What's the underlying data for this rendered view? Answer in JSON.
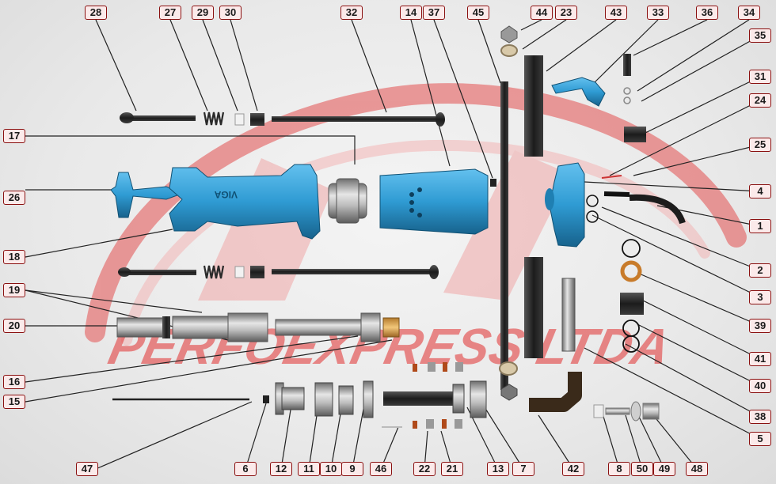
{
  "watermark": {
    "text": "PERFOEXPRESS LTDA"
  },
  "brand_on_body": "VIGA",
  "colors": {
    "part_blue": "#2f9bd3",
    "callout_border": "#8a1010",
    "watermark_red": "#e35050",
    "steel": "#9a9a9a",
    "dark_rod": "#2b2b2b"
  },
  "callouts": [
    {
      "id": "28",
      "text": "28"
    },
    {
      "id": "27",
      "text": "27"
    },
    {
      "id": "29",
      "text": "29"
    },
    {
      "id": "30",
      "text": "30"
    },
    {
      "id": "32",
      "text": "32"
    },
    {
      "id": "14",
      "text": "14"
    },
    {
      "id": "37",
      "text": "37"
    },
    {
      "id": "45",
      "text": "45"
    },
    {
      "id": "44",
      "text": "44"
    },
    {
      "id": "23",
      "text": "23"
    },
    {
      "id": "43",
      "text": "43"
    },
    {
      "id": "33",
      "text": "33"
    },
    {
      "id": "36",
      "text": "36"
    },
    {
      "id": "34",
      "text": "34"
    },
    {
      "id": "35",
      "text": "35"
    },
    {
      "id": "31",
      "text": "31"
    },
    {
      "id": "24",
      "text": "24"
    },
    {
      "id": "25",
      "text": "25"
    },
    {
      "id": "17",
      "text": "17"
    },
    {
      "id": "4",
      "text": "4"
    },
    {
      "id": "26",
      "text": "26"
    },
    {
      "id": "1",
      "text": "1"
    },
    {
      "id": "2",
      "text": "2"
    },
    {
      "id": "18",
      "text": "18"
    },
    {
      "id": "3",
      "text": "3"
    },
    {
      "id": "19",
      "text": "19"
    },
    {
      "id": "39",
      "text": "39"
    },
    {
      "id": "20",
      "text": "20"
    },
    {
      "id": "41",
      "text": "41"
    },
    {
      "id": "16",
      "text": "16"
    },
    {
      "id": "40",
      "text": "40"
    },
    {
      "id": "15",
      "text": "15"
    },
    {
      "id": "38",
      "text": "38"
    },
    {
      "id": "5",
      "text": "5"
    },
    {
      "id": "47",
      "text": "47"
    },
    {
      "id": "6",
      "text": "6"
    },
    {
      "id": "12",
      "text": "12"
    },
    {
      "id": "11",
      "text": "11"
    },
    {
      "id": "10",
      "text": "10"
    },
    {
      "id": "9",
      "text": "9"
    },
    {
      "id": "46",
      "text": "46"
    },
    {
      "id": "22",
      "text": "22"
    },
    {
      "id": "21",
      "text": "21"
    },
    {
      "id": "13",
      "text": "13"
    },
    {
      "id": "7",
      "text": "7"
    },
    {
      "id": "42",
      "text": "42"
    },
    {
      "id": "8",
      "text": "8"
    },
    {
      "id": "50",
      "text": "50"
    },
    {
      "id": "49",
      "text": "49"
    },
    {
      "id": "48",
      "text": "48"
    }
  ]
}
